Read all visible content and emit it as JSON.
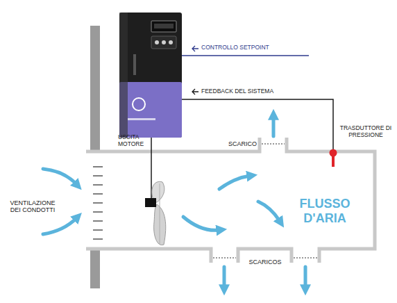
{
  "diagram": {
    "labels": [
      "CONTROLLO SETPOINT",
      "FEEDBACK DEL SISTEMA",
      "USCITA MOTORE",
      "SCARICO",
      "TRASDUTTORE DI PRESSIONE",
      "VENTILAZIONE DEI CONDOTTI",
      "FLUSSO D'ARIA",
      "SCARICOS"
    ]
  }
}
